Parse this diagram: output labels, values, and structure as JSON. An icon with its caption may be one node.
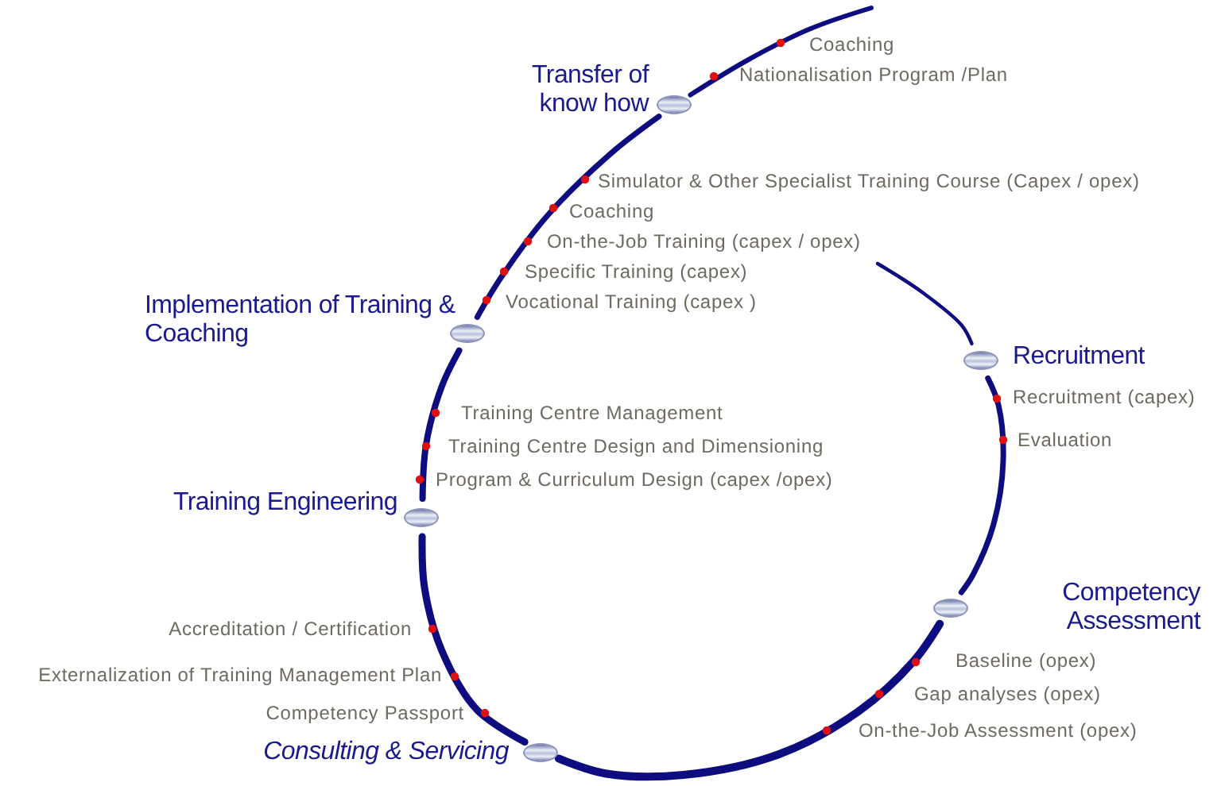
{
  "diagram": {
    "nodes": [
      {
        "text": [],
        "shape": "ellipse",
        "beside": [
          "Recruitment"
        ]
      },
      {
        "text": [],
        "shape": "ellipse",
        "beside": [
          "Competency Assessment"
        ]
      },
      {
        "text": [],
        "shape": "ellipse",
        "beside": [
          "Consulting & Servicing"
        ]
      },
      {
        "text": [],
        "shape": "ellipse",
        "beside": [
          "Training Engineering"
        ]
      },
      {
        "text": [],
        "shape": "ellipse",
        "beside": [
          "Implementation of Training & Coaching"
        ]
      },
      {
        "text": [],
        "shape": "ellipse",
        "beside": [
          "Transfer of know how"
        ]
      }
    ],
    "edges": [
      {
        "from": null,
        "to": 0,
        "arrow": "none"
      },
      {
        "from": 0,
        "to": 1,
        "arrow": "none"
      },
      {
        "from": 1,
        "to": 2,
        "arrow": "none"
      },
      {
        "from": 2,
        "to": 3,
        "arrow": "none"
      },
      {
        "from": 3,
        "to": 4,
        "arrow": "none"
      },
      {
        "from": 4,
        "to": 5,
        "arrow": "none"
      },
      {
        "from": 5,
        "to": null,
        "arrow": "none"
      }
    ],
    "labels": [
      "Coaching",
      "Nationalisation Program /Plan",
      "Simulator & Other Specialist Training Course (Capex / opex)",
      "Coaching",
      "On-the-Job Training (capex / opex)",
      "Specific Training (capex)",
      "Vocational Training (capex )",
      "Recruitment (capex)",
      "Training Centre Management",
      "Evaluation",
      "Training Centre Design and Dimensioning",
      "Program & Curriculum Design (capex /opex)",
      "Accreditation  / Certification",
      "Baseline (opex)",
      "Externalization of Training Management Plan",
      "Gap analyses (opex)",
      "Competency Passport",
      "On-the-Job Assessment (opex)"
    ]
  }
}
